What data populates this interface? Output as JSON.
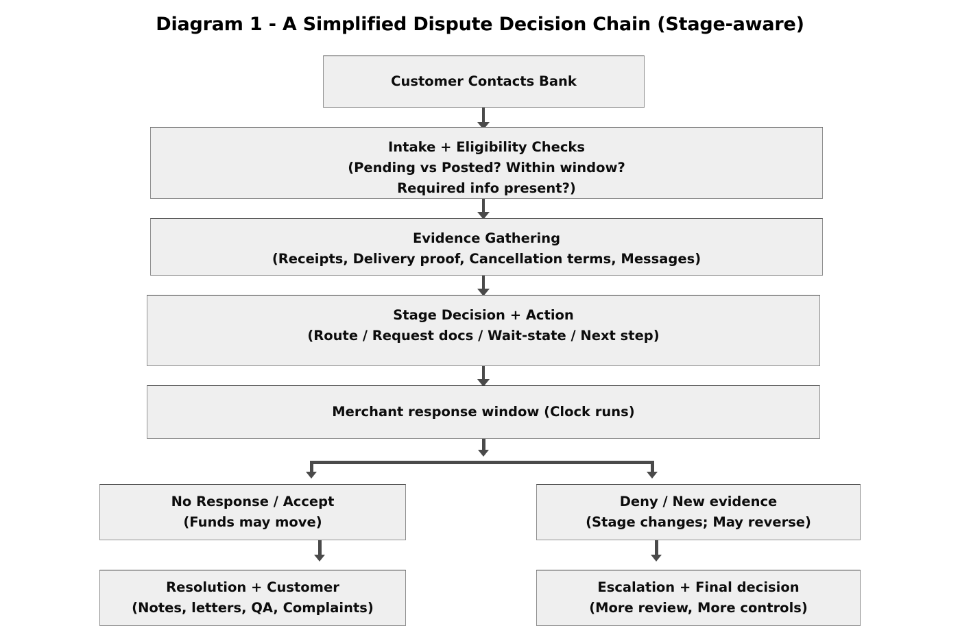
{
  "title": "Diagram 1 - A Simplified Dispute Decision Chain (Stage-aware)",
  "colors": {
    "background": "#ffffff",
    "node_fill": "#efefef",
    "node_border": "#8f8f8f",
    "node_border_top": "#3c3c3c",
    "connector": "#4a4a4a",
    "text": "#0c0c0c"
  },
  "chart_data": {
    "type": "diagram",
    "diagram_kind": "flowchart",
    "orientation": "top-to-bottom",
    "title": "Diagram 1 - A Simplified Dispute Decision Chain (Stage-aware)",
    "nodes": [
      {
        "id": "n1",
        "lines": [
          "Customer Contacts Bank"
        ]
      },
      {
        "id": "n2",
        "lines": [
          "Intake + Eligibility Checks",
          "(Pending vs Posted? Within window?",
          "Required info present?)"
        ]
      },
      {
        "id": "n3",
        "lines": [
          "Evidence Gathering",
          "(Receipts, Delivery proof, Cancellation terms, Messages)"
        ]
      },
      {
        "id": "n4",
        "lines": [
          "Stage Decision + Action",
          "(Route / Request docs / Wait-state / Next step)"
        ]
      },
      {
        "id": "n5",
        "lines": [
          "Merchant response window (Clock runs)"
        ]
      },
      {
        "id": "n6",
        "lines": [
          "No Response / Accept",
          "(Funds may move)"
        ]
      },
      {
        "id": "n7",
        "lines": [
          "Deny / New evidence",
          "(Stage changes; May reverse)"
        ]
      },
      {
        "id": "n8",
        "lines": [
          "Resolution + Customer",
          "(Notes, letters, QA, Complaints)"
        ]
      },
      {
        "id": "n9",
        "lines": [
          "Escalation + Final decision",
          "(More review, More controls)"
        ]
      }
    ],
    "edges": [
      {
        "from": "n1",
        "to": "n2",
        "label": ""
      },
      {
        "from": "n2",
        "to": "n3",
        "label": ""
      },
      {
        "from": "n3",
        "to": "n4",
        "label": ""
      },
      {
        "from": "n4",
        "to": "n5",
        "label": ""
      },
      {
        "from": "n5",
        "to": "n6",
        "label": ""
      },
      {
        "from": "n5",
        "to": "n7",
        "label": ""
      },
      {
        "from": "n6",
        "to": "n8",
        "label": ""
      },
      {
        "from": "n7",
        "to": "n9",
        "label": ""
      }
    ]
  },
  "nodes": {
    "customer_contacts_bank": {
      "line1": "Customer Contacts Bank"
    },
    "intake_eligibility": {
      "line1": "Intake + Eligibility Checks",
      "line2": "(Pending vs Posted? Within window?",
      "line3": "Required info present?)"
    },
    "evidence_gathering": {
      "line1": "Evidence Gathering",
      "line2": "(Receipts, Delivery proof, Cancellation terms, Messages)"
    },
    "stage_decision": {
      "line1": "Stage Decision + Action",
      "line2": "(Route / Request docs / Wait-state / Next step)"
    },
    "merchant_response": {
      "line1": "Merchant response window (Clock runs)"
    },
    "no_response_accept": {
      "line1": "No Response / Accept",
      "line2": "(Funds may move)"
    },
    "deny_new_evidence": {
      "line1": "Deny / New evidence",
      "line2": "(Stage changes; May reverse)"
    },
    "resolution_customer": {
      "line1": "Resolution + Customer",
      "line2": "(Notes, letters, QA, Complaints)"
    },
    "escalation_final": {
      "line1": "Escalation + Final decision",
      "line2": "(More review, More controls)"
    }
  }
}
